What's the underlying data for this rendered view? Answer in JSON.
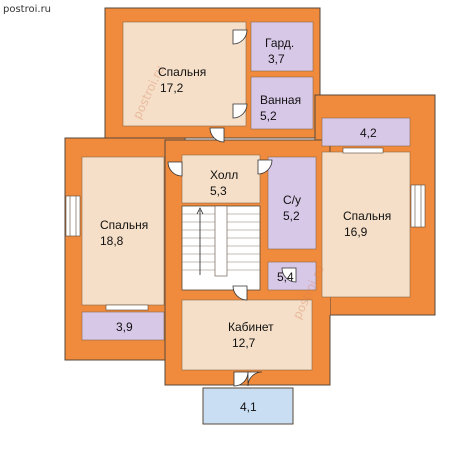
{
  "watermark": "postroi.ru",
  "rooms": [
    {
      "id": "bedroom-top",
      "name": "Спальня",
      "area": "17,2"
    },
    {
      "id": "dressing",
      "name": "Гард.",
      "area": "3,7"
    },
    {
      "id": "bathroom",
      "name": "Ванная",
      "area": "5,2"
    },
    {
      "id": "hall",
      "name": "Холл",
      "area": "5,3"
    },
    {
      "id": "wc",
      "name": "С/у",
      "area": "5,2"
    },
    {
      "id": "bedroom-left",
      "name": "Спальня",
      "area": "18,8"
    },
    {
      "id": "bedroom-right",
      "name": "Спальня",
      "area": "16,9"
    },
    {
      "id": "closet-right",
      "name": "",
      "area": "4,2"
    },
    {
      "id": "closet-left",
      "name": "",
      "area": "3,9"
    },
    {
      "id": "closet-small",
      "name": "",
      "area": "5,4"
    },
    {
      "id": "office",
      "name": "Кабинет",
      "area": "12,7"
    },
    {
      "id": "balcony",
      "name": "",
      "area": "4,1"
    }
  ],
  "colors": {
    "wall": "#f08a3c",
    "floor": "#f5dfc8",
    "wet_room": "#d8c8e8",
    "balcony": "#c9def2",
    "outline": "#5a4a3a"
  }
}
